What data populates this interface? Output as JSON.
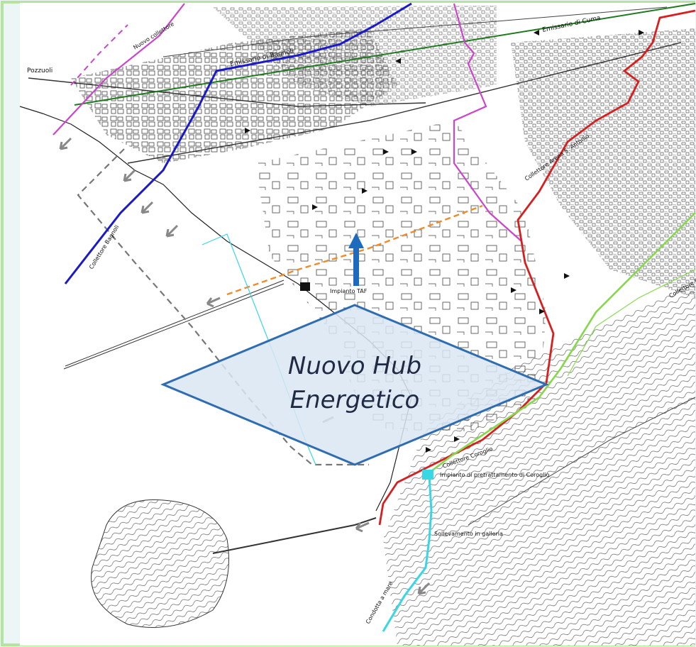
{
  "colors": {
    "frame_border": "#b7e3a0",
    "frame_bg": "#ecf6f6",
    "map_bg": "#ffffff",
    "hub_fill": "#dbe6f3",
    "hub_stroke": "#2f6db3",
    "hub_arrow": "#1e6bbd",
    "red_line": "#d62020",
    "green_line": "#1f7a1f",
    "light_green_line": "#86d94a",
    "blue_line": "#1a1ac9",
    "magenta_line": "#cc44cc",
    "orange_dashed": "#f08a2a",
    "cyan_line": "#38d7e6",
    "grey_dashed": "#777777"
  },
  "hub": {
    "line1": "Nuovo Hub",
    "line2": "Energetico"
  },
  "labels": {
    "pozzuoli": "Pozzuoli",
    "emissario_bagnoli": "Emissario di Bagnoli",
    "emissario_cuma": "Emissario di Cuma",
    "collettore_arena": "Collettore Arena S. Antonio",
    "collettore_coroglio": "Collettore Coroglio",
    "collettore_bagnoli": "Collettore Bagnoli",
    "impianto_taf": "Impianto TAF",
    "impianto_pretrattamento": "Impianto di pretrattamento di Coroglio",
    "sollevamento": "Sollevamento in galleria",
    "condotta_mare": "Condotta a mare",
    "collettore_pezzo": "Collettore Pezzo",
    "nuovo_collettore": "Nuovo collettore"
  }
}
